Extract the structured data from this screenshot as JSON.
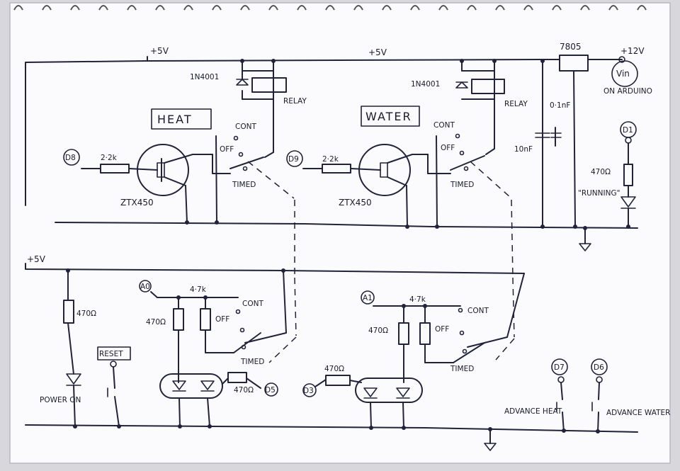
{
  "labels": {
    "plus5v_a": "+5V",
    "plus5v_b": "+5V",
    "plus5v_c": "+5V",
    "reg": "7805",
    "plus12v": "+12V",
    "vin": "Vin",
    "on_arduino": "ON ARDUINO",
    "diode1": "1N4001",
    "diode2": "1N4001",
    "relay1": "RELAY",
    "relay2": "RELAY",
    "heat": "HEAT",
    "water": "WATER",
    "cont1": "CONT",
    "off1": "OFF",
    "timed1": "TIMED",
    "cont2": "CONT",
    "off2": "OFF",
    "timed2": "TIMED",
    "d8": "D8",
    "d9": "D9",
    "r1": "2·2k",
    "r2": "2·2k",
    "ztx1": "ZTX450",
    "ztx2": "ZTX450",
    "cap1": "0·1nF",
    "cap2": "10nF",
    "d1": "D1",
    "r_d1": "470Ω",
    "running": "\"RUNNING\"",
    "r_pwr": "470Ω",
    "a0": "A0",
    "r47k_1": "4·7k",
    "r470_1": "470Ω",
    "cont3": "CONT",
    "off3": "OFF",
    "timed3": "TIMED",
    "reset": "RESET",
    "power_on": "POWER ON",
    "r470_d5": "470Ω",
    "d5": "D5",
    "d3": "D3",
    "r470_d3": "470Ω",
    "a1": "A1",
    "r47k_2": "4·7k",
    "r470_2": "470Ω",
    "cont4": "CONT",
    "off4": "OFF",
    "timed4": "TIMED",
    "d7": "D7",
    "d6": "D6",
    "adv_heat": "ADVANCE HEAT",
    "adv_water": "ADVANCE WATER"
  }
}
